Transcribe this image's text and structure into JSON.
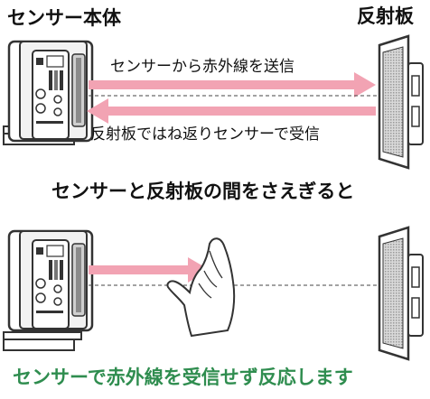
{
  "labels": {
    "sensor_unit": "センサー本体",
    "reflector": "反射板",
    "send_caption": "センサーから赤外線を送信",
    "return_caption": "反射板ではね返りセンサーで受信",
    "blocked_heading": "センサーと反射板の間をさえぎると",
    "result_caption": "センサーで赤外線を受信せず反応します"
  },
  "colors": {
    "beam": "#f2a3b3",
    "dashed_line": "#444444",
    "device_stroke": "#333333",
    "device_fill": "#e9e9e9",
    "result_text": "#2f8d4f"
  },
  "icons": {
    "sensor": "sensor-unit-icon",
    "reflector": "reflector-panel-icon",
    "hand": "hand-icon"
  }
}
